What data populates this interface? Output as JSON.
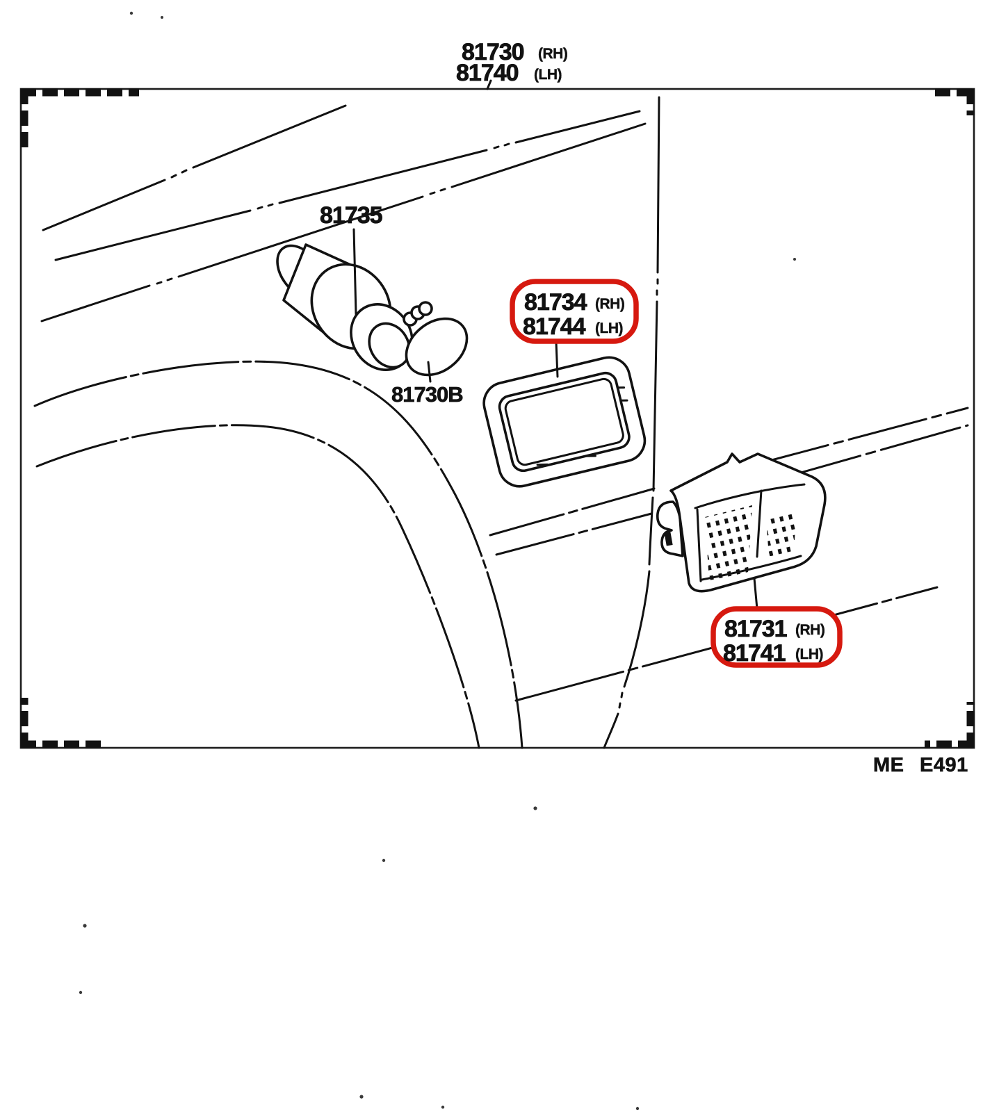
{
  "colors": {
    "ink": "#121212",
    "highlight": "#d6190f",
    "paper": "#ffffff"
  },
  "callouts": {
    "assembly": {
      "rh": "81730",
      "rh_tag": "(RH)",
      "lh": "81740",
      "lh_tag": "(LH)"
    },
    "socket": {
      "num": "81735"
    },
    "bulb": {
      "num": "81730B"
    },
    "retainer": {
      "rh": "81734",
      "rh_tag": "(RH)",
      "lh": "81744",
      "lh_tag": "(LH)"
    },
    "lamp": {
      "rh": "81731",
      "rh_tag": "(RH)",
      "lh": "81741",
      "lh_tag": "(LH)"
    }
  },
  "footer": {
    "figure_code": "ME E491"
  }
}
